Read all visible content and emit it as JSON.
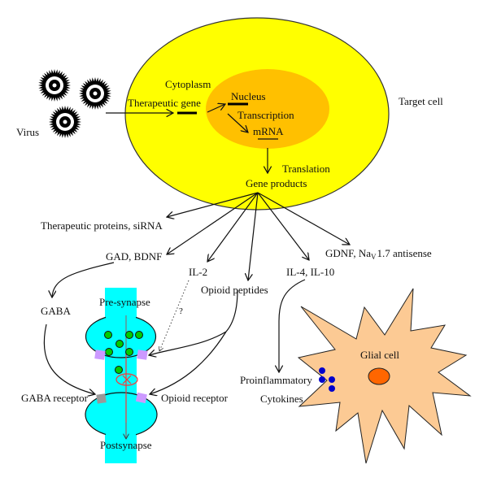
{
  "colors": {
    "cell": "#ffff00",
    "nucleus": "#ffc000",
    "synapse": "#00ffff",
    "vesicle": "#00cc00",
    "opioid_receptor": "#cc99ff",
    "gaba_receptor": "#999999",
    "signal_line": "#ff3333",
    "glial_cell": "#fcca94",
    "glial_nucleus": "#ff6600",
    "cytokine": "#0000cc"
  },
  "labels": {
    "virus": "Virus",
    "cytoplasm": "Cytoplasm",
    "therapeutic_gene": "Therapeutic gene",
    "nucleus": "Nucleus",
    "transcription": "Transcription",
    "mrna": "mRNA",
    "target_cell": "Target cell",
    "translation": "Translation",
    "gene_products": "Gene products",
    "therapeutic_proteins": "Therapeutic proteins, siRNA",
    "gad_bdnf": "GAD, BDNF",
    "il2": "IL-2",
    "opioid_peptides": "Opioid peptides",
    "il4_il10": "IL-4, IL-10",
    "gdnf_prefix": "GDNF, Na",
    "gdnf_sub": "V",
    "gdnf_suffix": "1.7 antisense",
    "gaba": "GABA",
    "pre_synapse": "Pre-synapse",
    "question": "?",
    "gaba_receptor": "GABA receptor",
    "opioid_receptor": "Opioid receptor",
    "postsynapse": "Postsynapse",
    "proinflammatory": "Proinflammatory",
    "cytokines": "Cytokines",
    "glial_cell": "Glial cell"
  },
  "icons": {
    "virus": "virus-icon",
    "vesicle": "vesicle-icon",
    "receptor": "receptor-icon",
    "inhibition": "inhibition-icon",
    "cytokine": "cytokine-icon"
  }
}
